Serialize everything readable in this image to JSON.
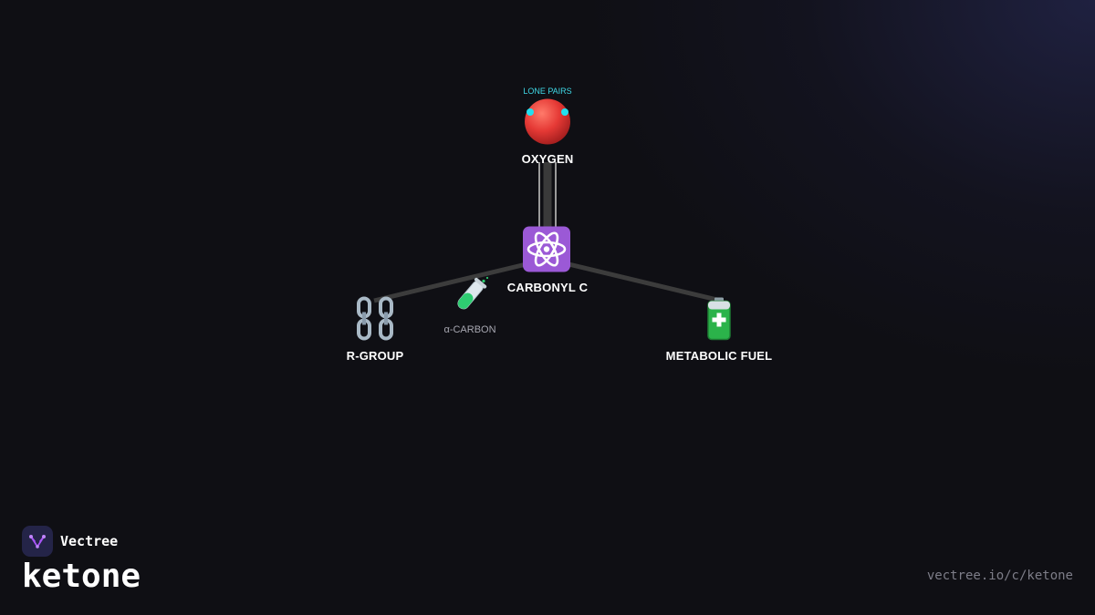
{
  "diagram": {
    "nodes": {
      "oxygen": {
        "label": "OXYGEN",
        "icon": "red-circle-icon",
        "annotation": "LONE PAIRS",
        "color": "#e53935"
      },
      "carbonyl": {
        "label": "CARBONYL C",
        "icon": "atom-icon",
        "color": "#9b59d6"
      },
      "r_group": {
        "label": "R-GROUP",
        "icon": "chain-icon"
      },
      "alpha_carbon": {
        "label": "α-CARBON",
        "icon": "test-tube-icon"
      },
      "metabolic_fuel": {
        "label": "METABOLIC FUEL",
        "icon": "battery-icon"
      }
    },
    "bonds": [
      {
        "from": "carbonyl",
        "to": "oxygen",
        "type": "double"
      },
      {
        "from": "carbonyl",
        "to": "r_group",
        "type": "single"
      },
      {
        "from": "carbonyl",
        "to": "metabolic_fuel",
        "type": "single"
      }
    ],
    "lone_pair_color": "#22e0f0"
  },
  "brand": {
    "name": "Vectree",
    "accent": "#a855f7"
  },
  "title": "ketone",
  "url": "vectree.io/c/ketone"
}
